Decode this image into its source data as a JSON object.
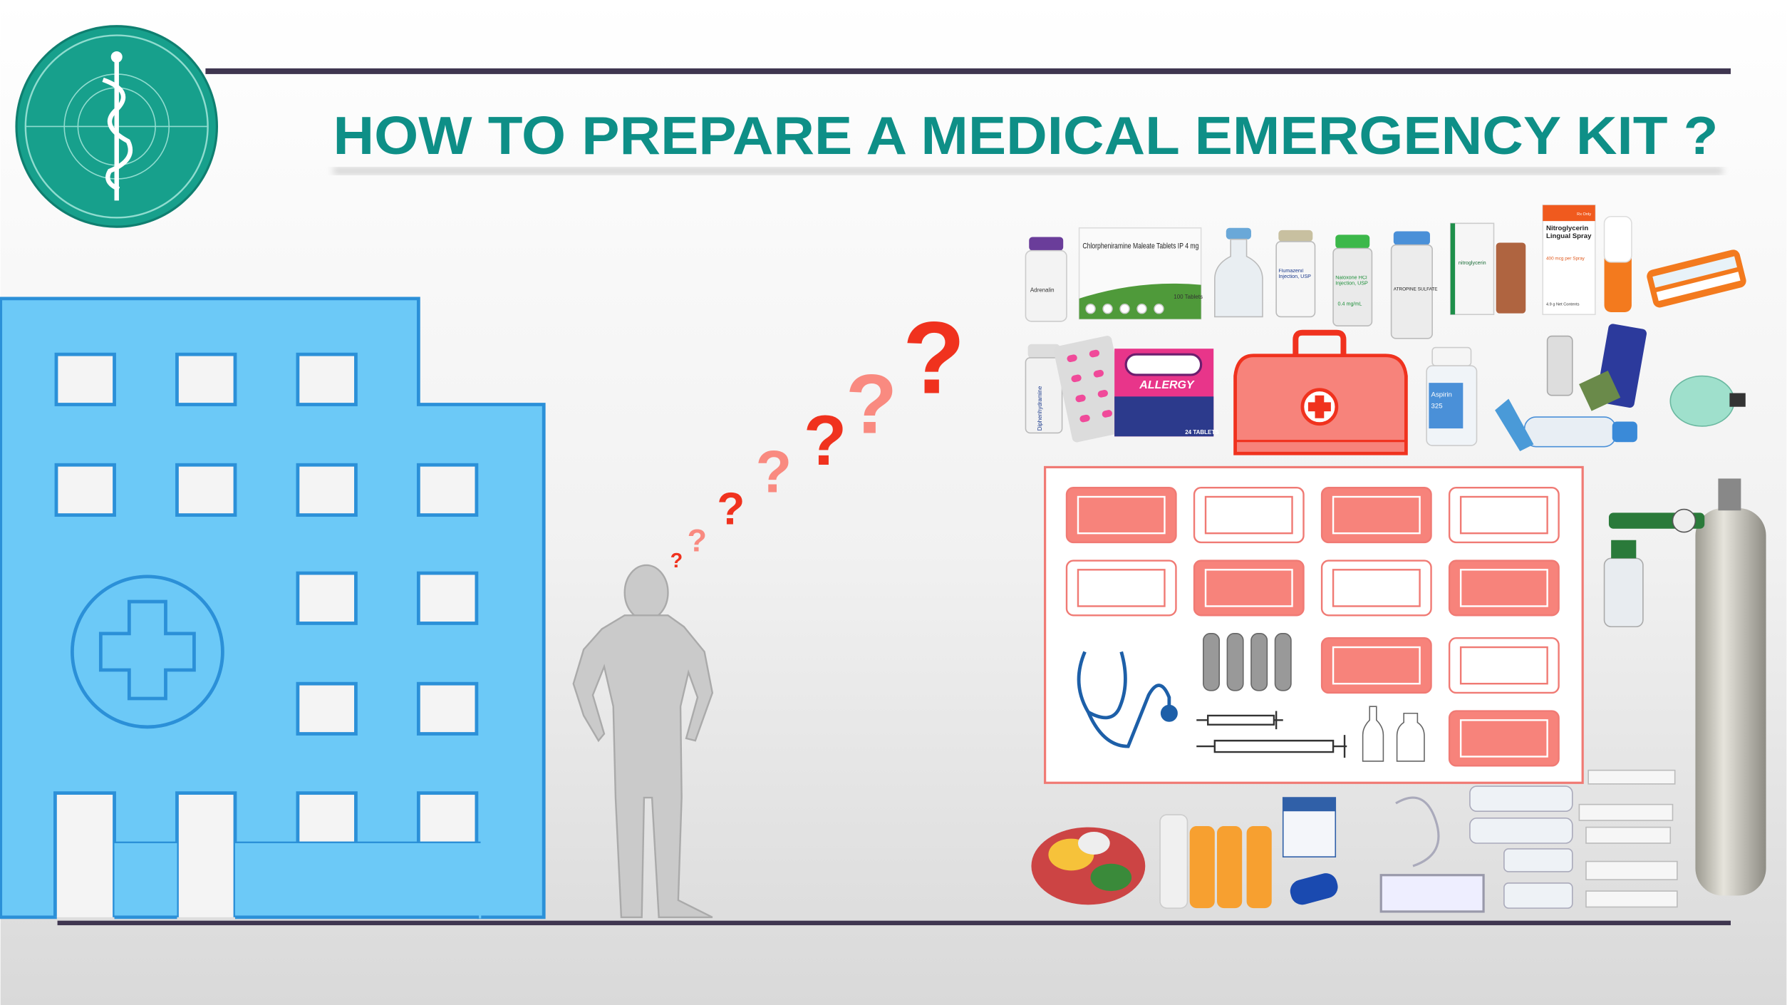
{
  "slide": {
    "title": "HOW TO PREPARE A MEDICAL EMERGENCY KIT ?",
    "colors": {
      "title": "#0e8f87",
      "logo": "#17a08c",
      "rule": "#3f3650",
      "hospital_fill": "#6cc9f7",
      "hospital_stroke": "#2b90d8",
      "accent_red": "#f0321e",
      "panel_border": "#f07a74",
      "ticket_fill": "#f7837b",
      "silhouette": "#c8c8c8"
    },
    "icons": [
      "caduceus-logo-icon",
      "hospital-icon",
      "person-silhouette-icon",
      "question-mark-icon",
      "medical-bag-icon",
      "stethoscope-icon",
      "bandage-icon",
      "syringe-icon",
      "oxygen-cylinder-icon"
    ]
  },
  "products": {
    "chlorphen": "Chlorpheniramine Maleate Tablets IP  4 mg",
    "chlorphen_count": "100 Tablets",
    "adrenalin": "Adrenalin",
    "flumazenil": "Flumazenil Injection, USP",
    "naloxone": "Naloxone HCl Injection, USP",
    "naloxone_dose": "0.4 mg/mL",
    "atropine": "ATROPINE SULFATE",
    "nitroglycerin_tab": "nitroglycerin",
    "nitro_spray": "Nitroglycerin Lingual Spray",
    "nitro_spray_dose": "400 mcg per Spray",
    "nitro_spray_net": "4.9 g Net Contents",
    "rx_only": "Rx Only",
    "diphenhydramine": "Diphenhydramine",
    "allergy": "ALLERGY",
    "allergy_count": "24 TABLETS",
    "aspirin": "Aspirin",
    "aspirin_dose": "325"
  }
}
